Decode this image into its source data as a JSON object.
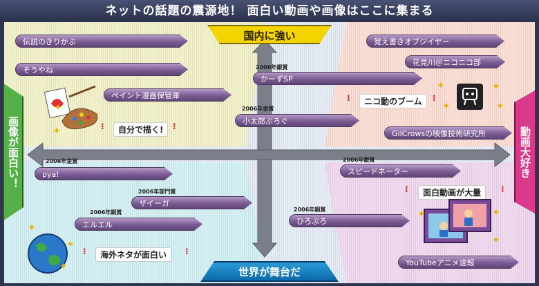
{
  "title": "ネットの話題の震源地！ 面白い動画や画像はここに集まる",
  "axes": {
    "top": "国内に強い",
    "bottom": "世界が舞台だ",
    "left": "画像が面白い！",
    "right": "動画大好き"
  },
  "callouts": {
    "paint": "自分で描く!",
    "nico": "ニコ動のブーム",
    "douga": "面白動画が大量",
    "kaigai": "海外ネタが面白い"
  },
  "items": [
    {
      "label": "伝説のきりかぶ",
      "award": ""
    },
    {
      "label": "そうやね",
      "award": ""
    },
    {
      "label": "ペイント漫画保管庫",
      "award": ""
    },
    {
      "label": "かーずSP",
      "award": "2006年銀賞"
    },
    {
      "label": "小太郎ぶろぐ",
      "award": "2006年金賞"
    },
    {
      "label": "覚え書きオブジイヤー",
      "award": ""
    },
    {
      "label": "花見川＠ニコニコ部",
      "award": ""
    },
    {
      "label": "GilCrowsの映像技術研究所",
      "award": ""
    },
    {
      "label": "pya!",
      "award": "2006年金賞"
    },
    {
      "label": "スピードネーター",
      "award": "2006年銀賞"
    },
    {
      "label": "ザイーガ",
      "award": "2006年部門賞"
    },
    {
      "label": "エルエル",
      "award": "2006年銅賞"
    },
    {
      "label": "ひろぶろ",
      "award": "2006年銅賞"
    },
    {
      "label": "YouTubeアニメ速報",
      "award": ""
    }
  ]
}
